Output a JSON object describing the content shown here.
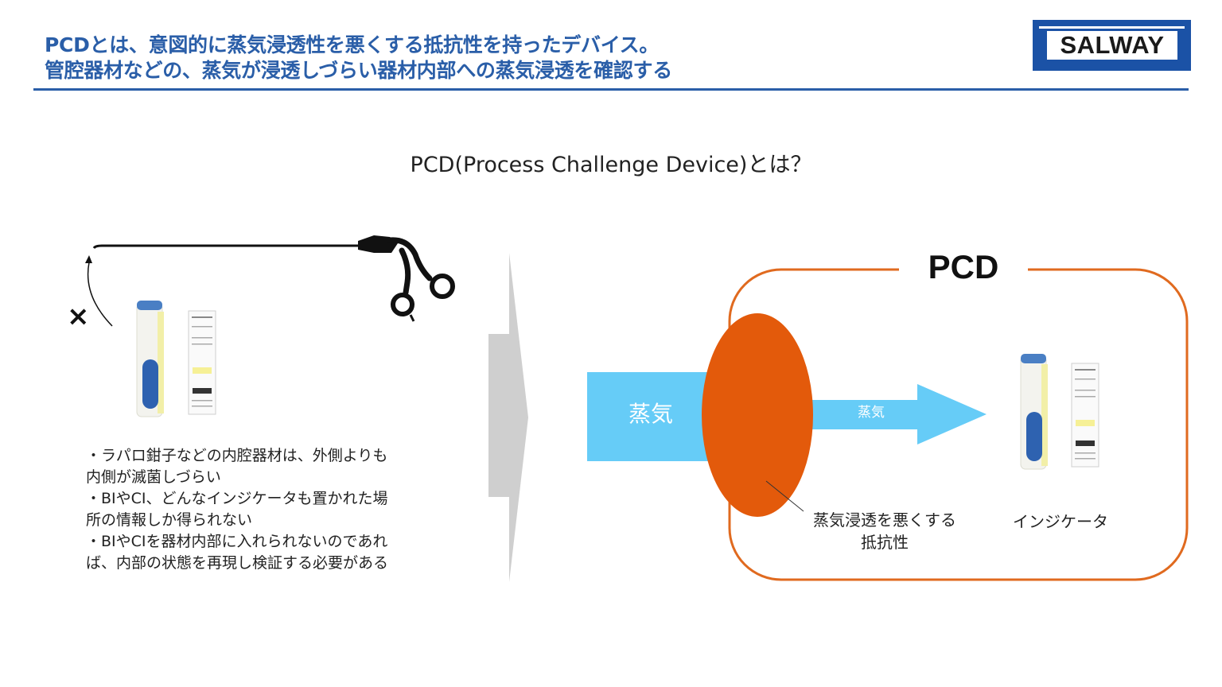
{
  "header": {
    "title_line1": "PCDとは、意図的に蒸気浸透性を悪くする抵抗性を持ったデバイス。",
    "title_line2": "管腔器材などの、蒸気が浸透しづらい器材内部への蒸気浸透を確認する",
    "logo_text": "SALWAY"
  },
  "subtitle": "PCD(Process Challenge Device)とは？",
  "left_panel": {
    "x_mark": "×",
    "notes": [
      "・ラパロ鉗子などの内腔器材は、外側よりも",
      "内側が滅菌しづらい",
      "・BIやCI、どんなインジケータも置かれた場",
      "所の情報しか得られない",
      "・BIやCIを器材内部に入れられないのであれ",
      "ば、内部の状態を再現し検証する必要がある"
    ]
  },
  "diagram": {
    "pcd_label": "PCD",
    "steam_label_large": "蒸気",
    "steam_label_small": "蒸気",
    "resistance_label_line1": "蒸気浸透を悪くする",
    "resistance_label_line2": "抵抗性",
    "indicator_label": "インジケータ"
  },
  "colors": {
    "title_blue": "#2a5ea8",
    "logo_blue": "#1b52a6",
    "steam_blue": "#66ccf7",
    "pcd_orange": "#e35a0b",
    "pcd_border": "#e06a1f",
    "divider_arrow_gray": "#cfcfcf"
  }
}
